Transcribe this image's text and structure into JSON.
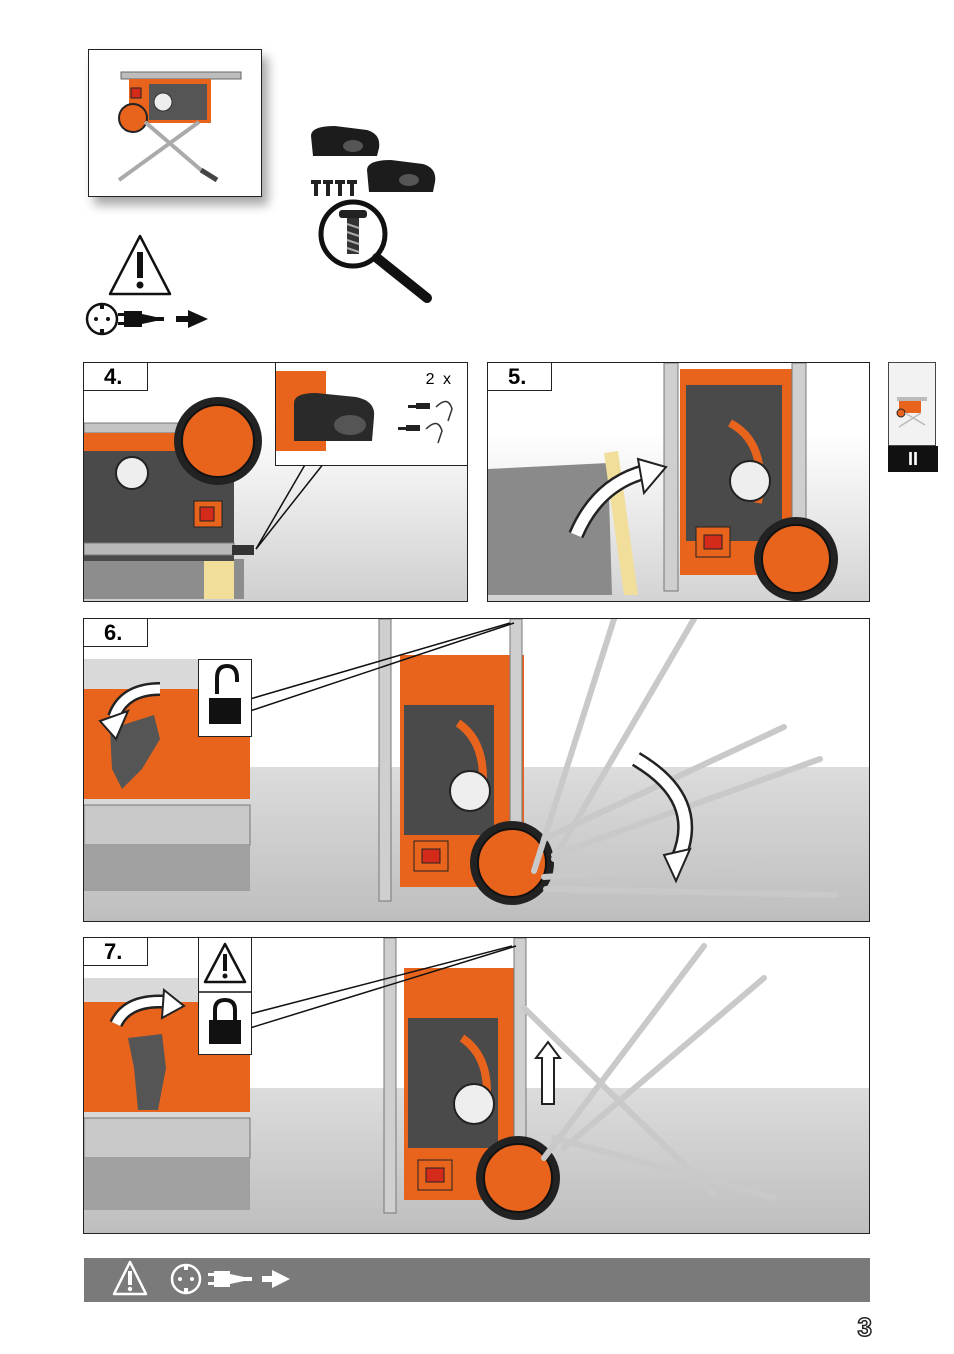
{
  "page_number": "3",
  "side_tab": {
    "label": "II"
  },
  "steps": [
    {
      "label": "4.",
      "count": "2 x"
    },
    {
      "label": "5."
    },
    {
      "label": "6."
    },
    {
      "label": "7."
    }
  ],
  "colors": {
    "accent_orange": "#e8641c",
    "dark_gray": "#4a4a4a",
    "bar_gray": "#7a7a7a",
    "floor_gray": "#cfcfcf",
    "switch_red": "#d42a1a"
  },
  "icons": {
    "warning": "warning-triangle-icon",
    "socket": "socket-icon",
    "plug": "plug-icon",
    "arrow": "arrow-right-icon",
    "magnifier": "magnifier-icon",
    "lock_open": "padlock-open-icon",
    "lock_closed": "padlock-closed-icon"
  }
}
